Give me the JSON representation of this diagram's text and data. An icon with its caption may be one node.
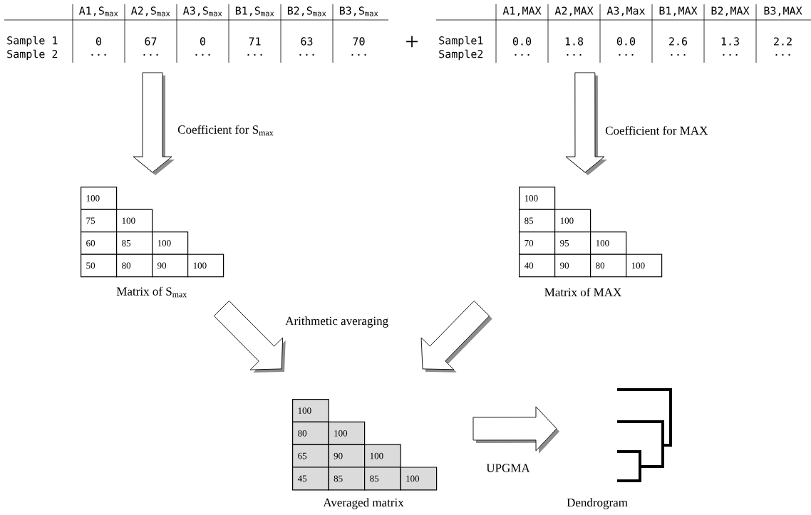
{
  "diagram": {
    "nodes": [
      {
        "text": [
          "A1,S$_{max}$",
          "A2,S$_{max}$",
          "A3,S$_{max}$",
          "B1,S$_{max}$",
          "B2,S$_{max}$",
          "B3,S$_{max}$",
          "Sample 1",
          "0",
          "67",
          "0",
          "71",
          "63",
          "70",
          "Sample 2",
          "...",
          "...",
          "...",
          "...",
          "...",
          "..."
        ]
      },
      {
        "text": [
          "A1,MAX",
          "A2,MAX",
          "A3,Max",
          "B1,MAX",
          "B2,MAX",
          "B3,MAX",
          "Sample1",
          "0.0",
          "1.8",
          "0.0",
          "2.6",
          "1.3",
          "2.2",
          "Sample2",
          "...",
          "...",
          "...",
          "...",
          "...",
          "..."
        ]
      },
      {
        "text": [
          "100",
          "75",
          "100",
          "60",
          "85",
          "100",
          "50",
          "80",
          "90",
          "100"
        ],
        "beside": [
          "Matrix of S$_{max}$"
        ]
      },
      {
        "text": [
          "100",
          "85",
          "100",
          "70",
          "95",
          "100",
          "40",
          "90",
          "80",
          "100"
        ],
        "beside": [
          "Matrix of MAX"
        ]
      },
      {
        "text": [
          "100",
          "80",
          "100",
          "65",
          "90",
          "100",
          "45",
          "85",
          "85",
          "100"
        ],
        "beside": [
          "Averaged matrix"
        ]
      },
      {
        "text": [],
        "shape": "picture",
        "beside": [
          "Dendrogram"
        ]
      }
    ],
    "edges": [
      {
        "from": 0,
        "to": 2,
        "arrow": "to",
        "label": "Coefficient for S$_{max}$"
      },
      {
        "from": 1,
        "to": 3,
        "arrow": "to",
        "label": "Coefficient for MAX"
      },
      {
        "from": 2,
        "to": 4,
        "arrow": "to",
        "label": "Arithmetic averaging"
      },
      {
        "from": 3,
        "to": 4,
        "arrow": "to"
      },
      {
        "from": 4,
        "to": 5,
        "arrow": "to",
        "label": "UPGMA"
      }
    ],
    "labels": [
      "+"
    ]
  }
}
